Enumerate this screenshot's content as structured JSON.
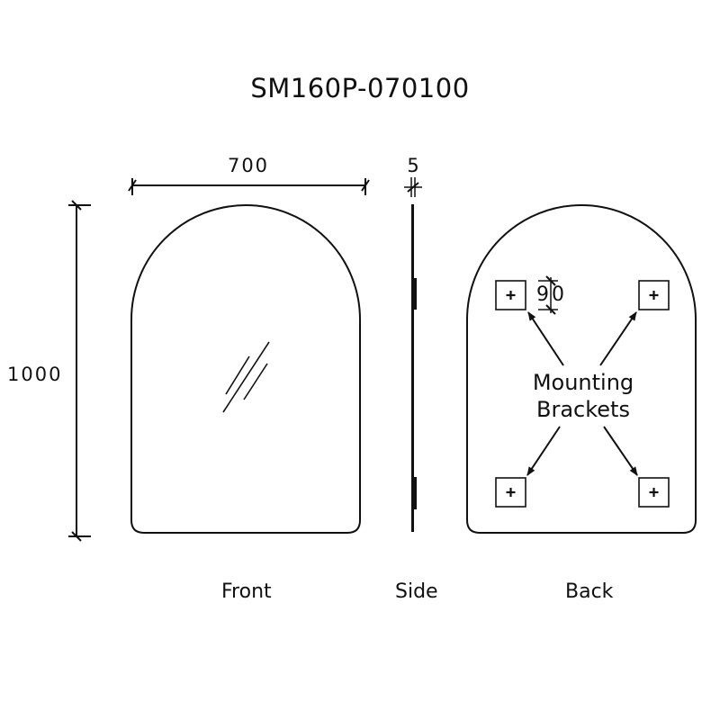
{
  "drawing": {
    "title": "SM160P-070100",
    "dimensions": {
      "width": "700",
      "height": "1000",
      "thickness": "5",
      "bracket_offset": "90"
    },
    "callout": {
      "line1": "Mounting",
      "line2": "Brackets"
    },
    "views": {
      "front": "Front",
      "side": "Side",
      "back": "Back"
    },
    "icons": {
      "glass_reflection": "diagonal-hatch-lines",
      "bracket": "square-with-plus",
      "arrow": "arrowhead",
      "dimension_tick": "slash-tick"
    },
    "colors": {
      "line": "#111111",
      "background": "#ffffff"
    }
  }
}
